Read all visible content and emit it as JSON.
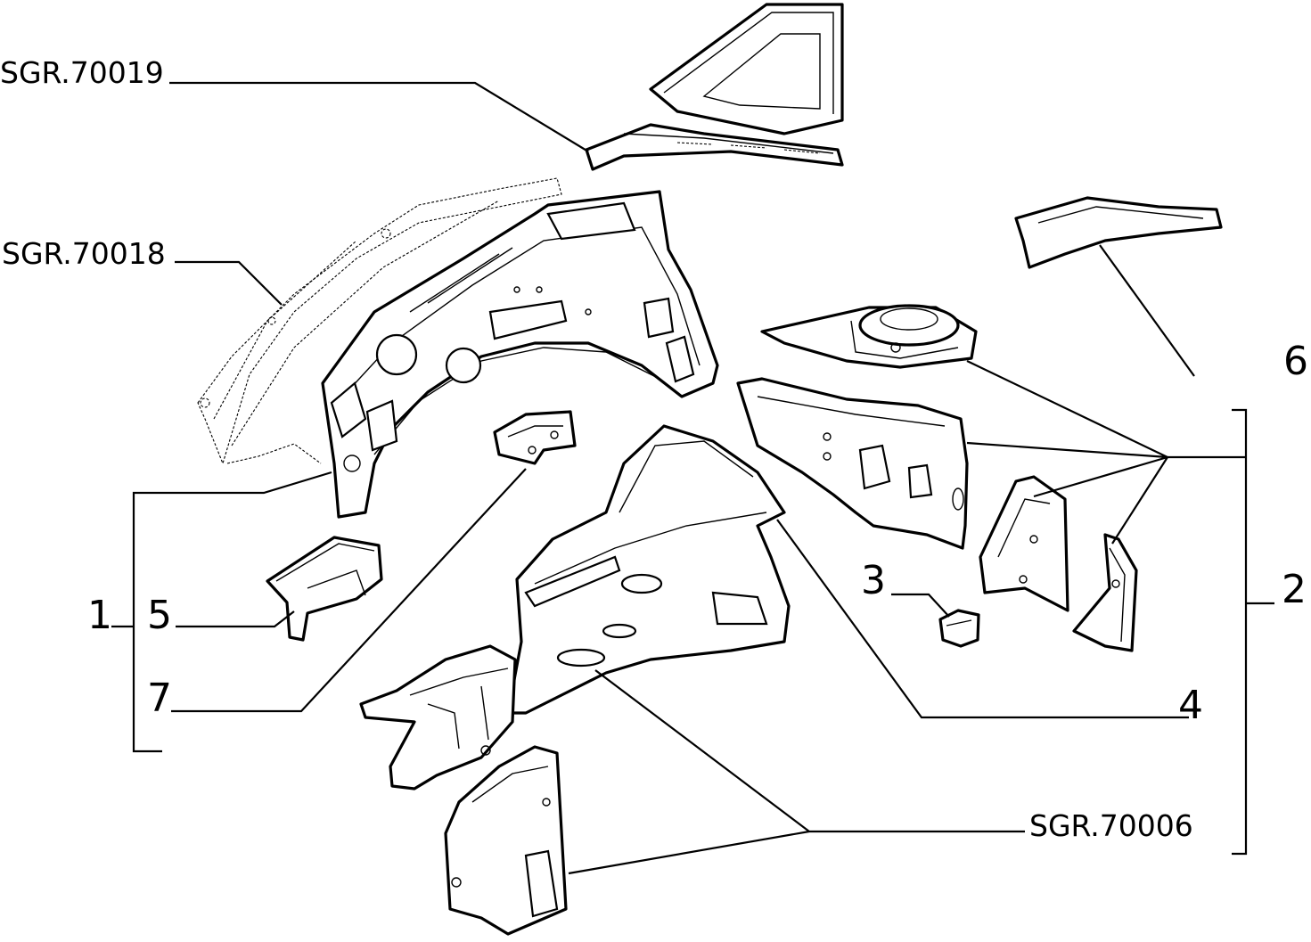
{
  "diagram": {
    "references": {
      "sgr_70019": "SGR.70019",
      "sgr_70018": "SGR.70018",
      "sgr_70006": "SGR.70006"
    },
    "callouts": {
      "n1": "1",
      "n2": "2",
      "n3": "3",
      "n4": "4",
      "n5": "5",
      "n6": "6",
      "n7": "7"
    },
    "colors": {
      "line": "#000000",
      "background": "#ffffff"
    }
  }
}
